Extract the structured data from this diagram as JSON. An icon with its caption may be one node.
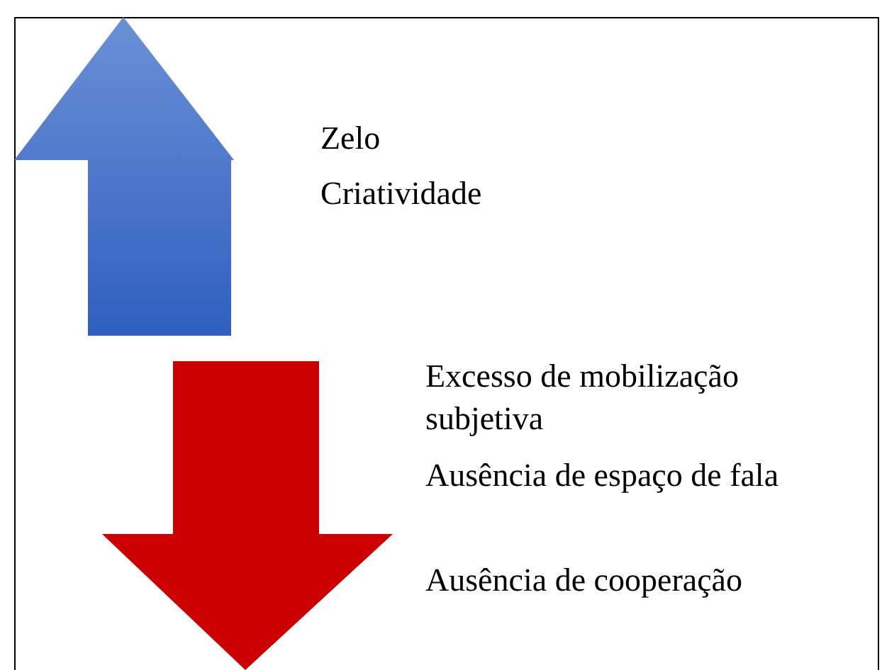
{
  "diagram": {
    "labels": [
      "Zelo",
      "Criatividade",
      "Excesso de mobilização subjetiva",
      "Ausência de espaço de fala",
      "Ausência de cooperação"
    ]
  }
}
